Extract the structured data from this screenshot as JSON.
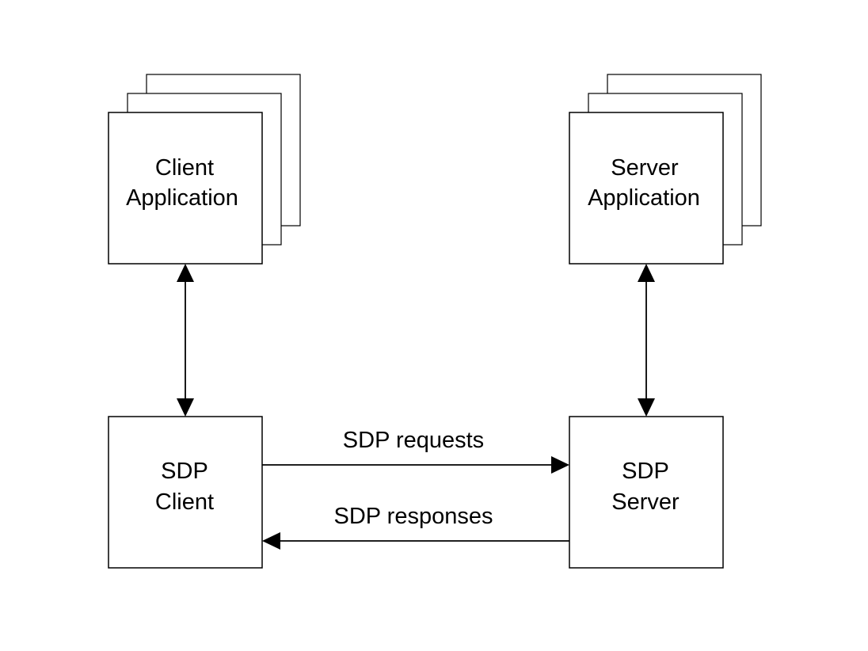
{
  "nodes": {
    "client_application": {
      "line1": "Client",
      "line2": "Application"
    },
    "server_application": {
      "line1": "Server",
      "line2": "Application"
    },
    "sdp_client": {
      "line1": "SDP",
      "line2": "Client"
    },
    "sdp_server": {
      "line1": "SDP",
      "line2": "Server"
    }
  },
  "edges": {
    "requests_label": "SDP requests",
    "responses_label": "SDP responses"
  },
  "colors": {
    "stroke": "#000000",
    "background": "#ffffff"
  }
}
